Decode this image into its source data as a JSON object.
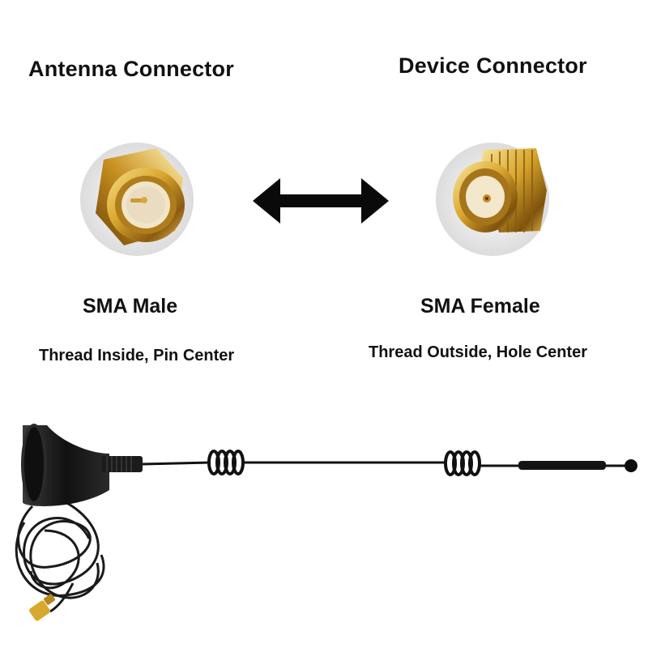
{
  "antenna_connector": {
    "heading": "Antenna Connector",
    "type": "SMA Male",
    "description": "Thread Inside, Pin Center"
  },
  "device_connector": {
    "heading": "Device Connector",
    "type": "SMA Female",
    "description": "Thread Outside, Hole Center"
  },
  "icons": {
    "arrow": "double-arrow-icon"
  },
  "colors": {
    "gold": "#d9a82e",
    "black": "#111111",
    "background": "#ffffff"
  }
}
